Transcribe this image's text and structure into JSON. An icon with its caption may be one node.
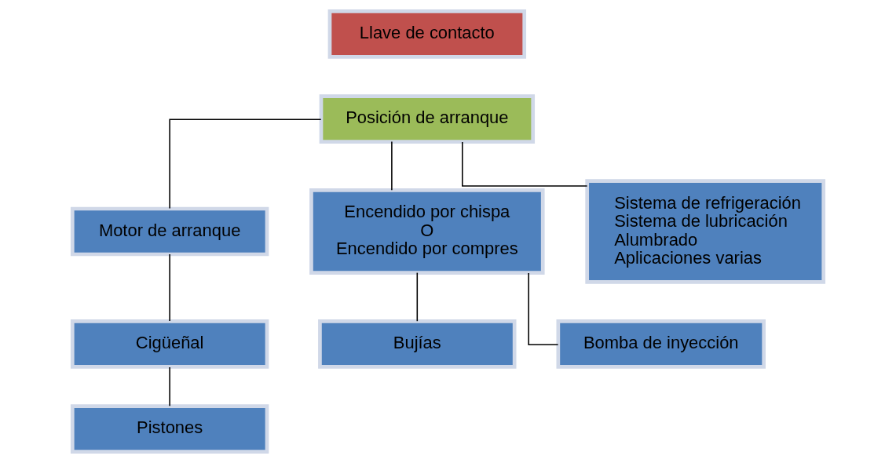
{
  "diagram": {
    "nodes": [
      {
        "text": [
          "Llave de contacto"
        ]
      },
      {
        "text": [
          "Posición de arranque"
        ]
      },
      {
        "text": [
          "Motor de arranque"
        ]
      },
      {
        "text": [
          "Encendido por chispa",
          "O",
          "Encendido por compres"
        ]
      },
      {
        "text": [
          "Sistema de refrigeración",
          "Sistema de lubricación",
          "Alumbrado",
          "Aplicaciones varias"
        ]
      },
      {
        "text": [
          "Cigüeñal"
        ]
      },
      {
        "text": [
          "Pistones"
        ]
      },
      {
        "text": [
          "Bujías"
        ]
      },
      {
        "text": [
          "Bomba de inyección"
        ]
      }
    ],
    "edges": [
      {
        "from": 1,
        "to": 2,
        "arrow": "none"
      },
      {
        "from": 1,
        "to": 3,
        "arrow": "none"
      },
      {
        "from": 1,
        "to": 4,
        "arrow": "none"
      },
      {
        "from": 2,
        "to": 5,
        "arrow": "none"
      },
      {
        "from": 5,
        "to": 6,
        "arrow": "none"
      },
      {
        "from": 3,
        "to": 7,
        "arrow": "none"
      },
      {
        "from": 3,
        "to": 8,
        "arrow": "none"
      }
    ]
  }
}
